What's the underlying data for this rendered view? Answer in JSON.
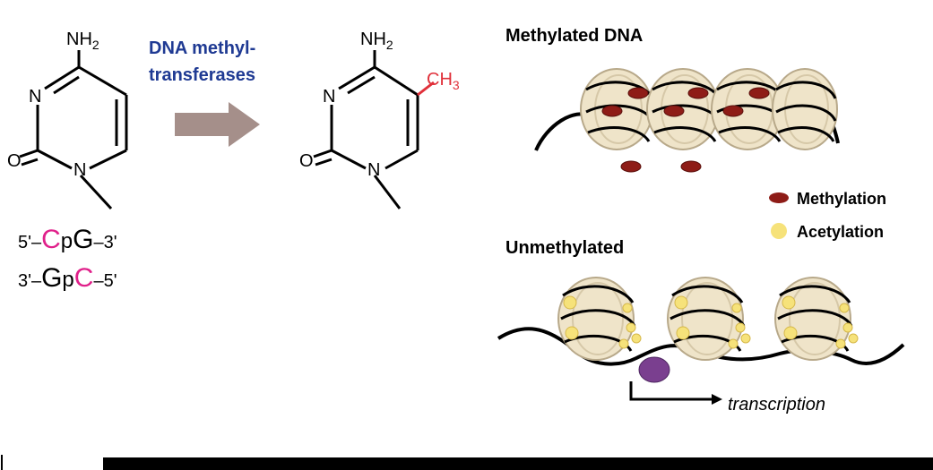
{
  "colors": {
    "text": "#000000",
    "enzyme_label": "#1f3a93",
    "methyl_group": "#e0303a",
    "cytosine_highlight": "#e0208a",
    "arrow": "#a58f8a",
    "nucleosome_fill": "#efe4c9",
    "nucleosome_stroke": "#b8a98a",
    "methylation_mark": "#8e1c17",
    "acetylation_mark": "#f6e27a",
    "polymerase": "#7a3f8f"
  },
  "enzyme": {
    "line1": "DNA methyl-",
    "line2": "transferases"
  },
  "cytosine": {
    "amino": "NH",
    "amino_sub": "2",
    "n3": "N",
    "o2": "O",
    "n1": "N"
  },
  "methylcytosine": {
    "amino": "NH",
    "amino_sub": "2",
    "n3": "N",
    "o2": "O",
    "n1": "N",
    "methyl": "CH",
    "methyl_sub": "3"
  },
  "cpg": {
    "top": {
      "start": "5'–",
      "c": "C",
      "p": "p",
      "g": "G",
      "end": "–3'"
    },
    "bottom": {
      "start": "3'–",
      "g": "G",
      "p": "p",
      "c": "C",
      "end": "–5'"
    }
  },
  "methylated_section": {
    "title": "Methylated DNA"
  },
  "unmethylated_section": {
    "title": "Unmethylated"
  },
  "legend": {
    "methylation": "Methylation",
    "acetylation": "Acetylation"
  },
  "transcription_label": "transcription",
  "icons": {
    "process_arrow": "right-arrow-icon",
    "transcription_arrow": "bent-arrow-icon"
  }
}
